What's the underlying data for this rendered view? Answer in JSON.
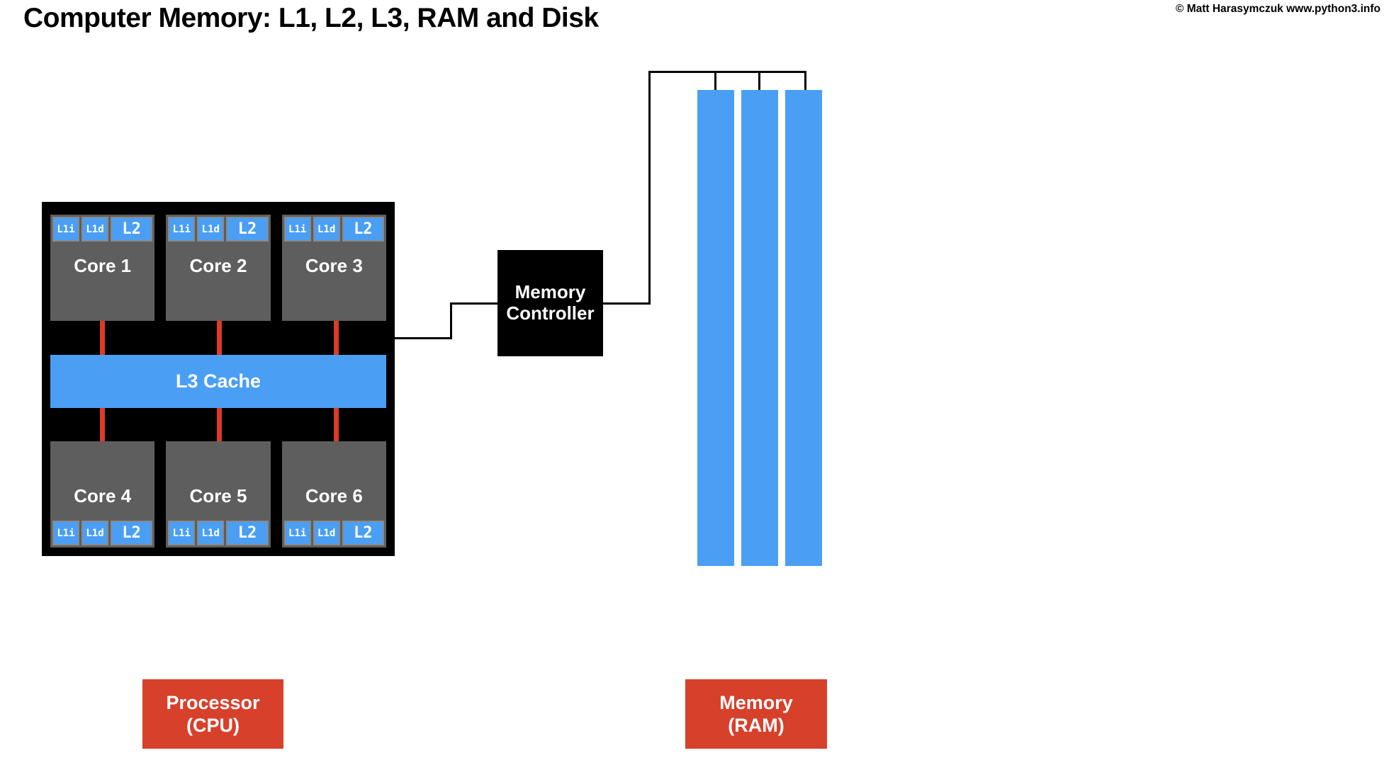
{
  "header": {
    "title": "Computer Memory: L1, L2, L3, RAM and Disk",
    "copyright": "© Matt Harasymczuk www.python3.info"
  },
  "cpu": {
    "cores": [
      {
        "name": "Core 1",
        "caches": [
          "L1i",
          "L1d",
          "L2"
        ]
      },
      {
        "name": "Core 2",
        "caches": [
          "L1i",
          "L1d",
          "L2"
        ]
      },
      {
        "name": "Core 3",
        "caches": [
          "L1i",
          "L1d",
          "L2"
        ]
      },
      {
        "name": "Core 4",
        "caches": [
          "L1i",
          "L1d",
          "L2"
        ]
      },
      {
        "name": "Core 5",
        "caches": [
          "L1i",
          "L1d",
          "L2"
        ]
      },
      {
        "name": "Core 6",
        "caches": [
          "L1i",
          "L1d",
          "L2"
        ]
      }
    ],
    "l3_label": "L3 Cache"
  },
  "memory_controller": {
    "line1": "Memory",
    "line2": "Controller"
  },
  "ram": {
    "stick_count": 3
  },
  "captions": {
    "processor": {
      "line1": "Processor",
      "line2": "(CPU)"
    },
    "memory": {
      "line1": "Memory",
      "line2": "(RAM)"
    }
  },
  "colors": {
    "blue": "#4a9ff4",
    "core_gray": "#5e5e5e",
    "red": "#d7402b",
    "connector_red": "#dd3a27",
    "black": "#000000"
  }
}
